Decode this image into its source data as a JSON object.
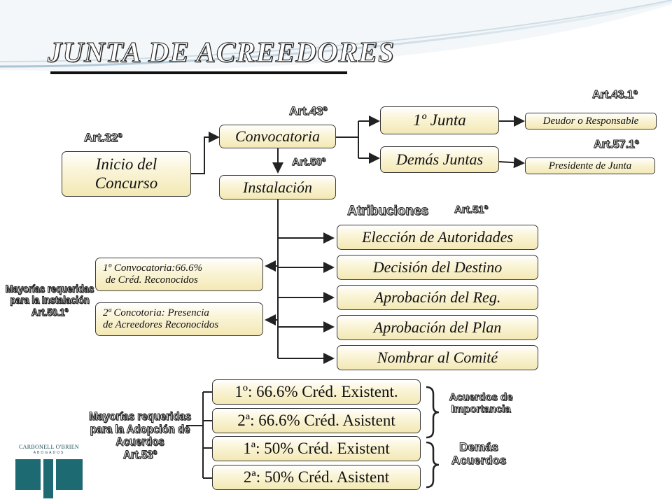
{
  "title": "JUNTA DE ACREEDORES",
  "colors": {
    "box_fill": "#f3e8b4",
    "border": "#3a3a3a",
    "line": "#222222"
  },
  "nodes": {
    "inicio": [
      "Inicio del",
      "Concurso"
    ],
    "convocatoria": "Convocatoria",
    "instalacion": "Instalación",
    "primera_junta": "1º Junta",
    "demas_juntas": "Demás Juntas",
    "deudor": "Deudor o Responsable",
    "presidente": "Presidente de Junta"
  },
  "attributes_heading": "Atribuciones",
  "attributes": [
    "Elección de Autoridades",
    "Decisión del Destino",
    "Aprobación del Reg.",
    "Aprobación del Plan",
    "Nombrar al Comité"
  ],
  "installation_majorities": {
    "first": [
      "1º Convocatoria:66.6%",
      " de Créd. Reconocidos"
    ],
    "second": [
      "2ª Concotoria: Presencia",
      "de Acreedores Reconocidos"
    ],
    "label": [
      "Mayorías requeridas",
      "para la Instalación",
      "Art.50.1º"
    ]
  },
  "adoption_majorities": {
    "items": [
      "1º: 66.6% Créd. Existent.",
      "2ª: 66.6% Créd. Asistent",
      "1ª: 50% Créd. Existent",
      "2ª: 50% Créd. Asistent"
    ],
    "label": [
      "Mayorías requeridas",
      "para la Adopción de",
      "Acuerdos",
      "Art.53º"
    ]
  },
  "groups": {
    "importancia": [
      "Acuerdos de",
      "Importancia"
    ],
    "demas": [
      "Demás",
      "Acuerdos"
    ]
  },
  "articles": {
    "art32": "Art.32º",
    "art43": "Art.43º",
    "art50": "Art.50º",
    "art51": "Art.51º",
    "art43_1": "Art.43.1º",
    "art57_1": "Art.57.1º"
  },
  "logo": {
    "name": "CARBONELL O'BRIEN",
    "sub": "ABOGADOS"
  }
}
